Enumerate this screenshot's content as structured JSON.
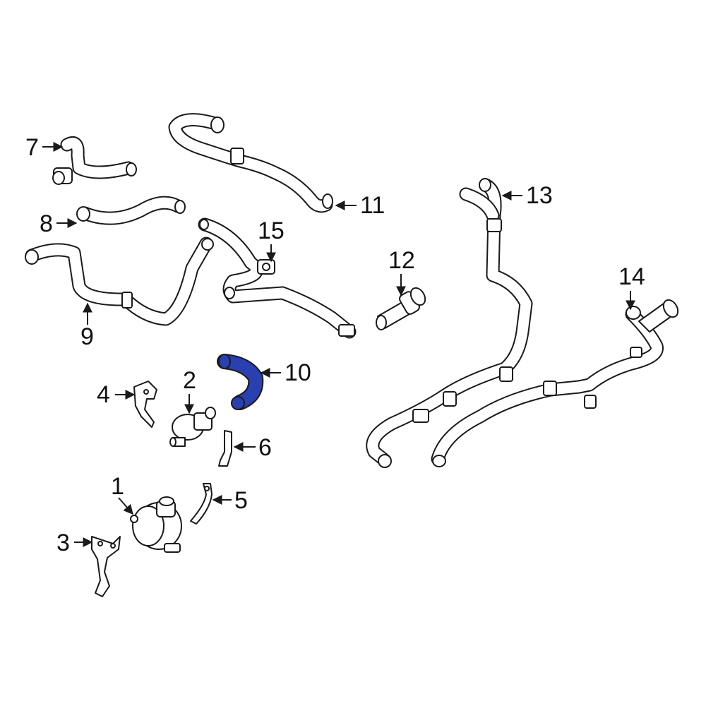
{
  "diagram": {
    "highlight_color": "#2a3fb0",
    "callouts": [
      {
        "id": "1",
        "label": "1"
      },
      {
        "id": "2",
        "label": "2"
      },
      {
        "id": "3",
        "label": "3"
      },
      {
        "id": "4",
        "label": "4"
      },
      {
        "id": "5",
        "label": "5"
      },
      {
        "id": "6",
        "label": "6"
      },
      {
        "id": "7",
        "label": "7"
      },
      {
        "id": "8",
        "label": "8"
      },
      {
        "id": "9",
        "label": "9"
      },
      {
        "id": "10",
        "label": "10"
      },
      {
        "id": "11",
        "label": "11"
      },
      {
        "id": "12",
        "label": "12"
      },
      {
        "id": "13",
        "label": "13"
      },
      {
        "id": "14",
        "label": "14"
      },
      {
        "id": "15",
        "label": "15"
      }
    ]
  }
}
